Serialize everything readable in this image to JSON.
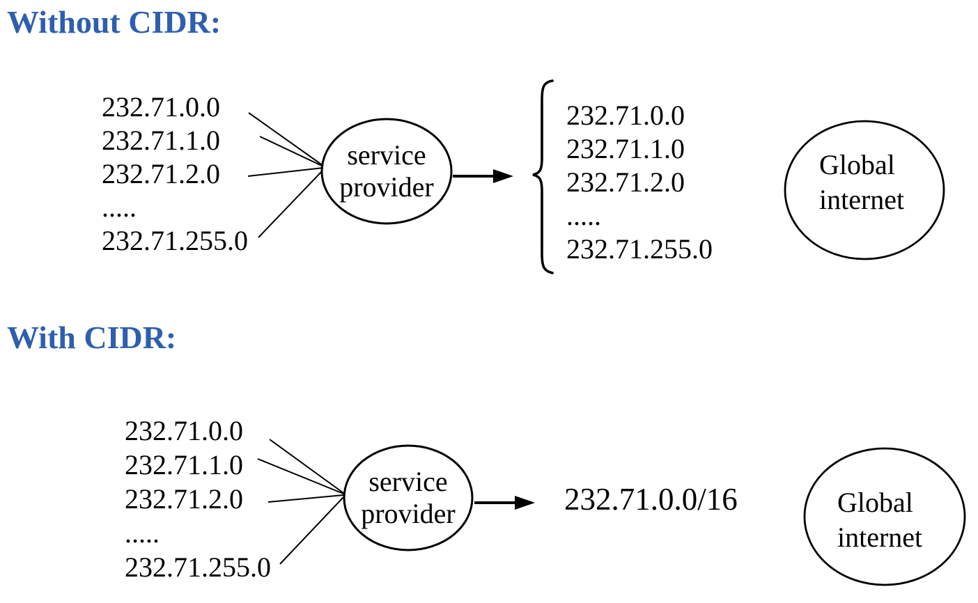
{
  "colors": {
    "heading": "#2E5FAF",
    "ink": "#000000"
  },
  "sections": {
    "without_cidr": {
      "title": "Without CIDR:",
      "source_addresses": [
        "232.71.0.0",
        "232.71.1.0",
        "232.71.2.0",
        ".....",
        "232.71.255.0"
      ],
      "provider": {
        "line1": "service",
        "line2": "provider"
      },
      "advertised_addresses": [
        "232.71.0.0",
        "232.71.1.0",
        "232.71.2.0",
        ".....",
        "232.71.255.0"
      ],
      "internet": {
        "line1": "Global",
        "line2": "internet"
      }
    },
    "with_cidr": {
      "title": "With CIDR:",
      "source_addresses": [
        "232.71.0.0",
        "232.71.1.0",
        "232.71.2.0",
        ".....",
        "232.71.255.0"
      ],
      "provider": {
        "line1": "service",
        "line2": "provider"
      },
      "advertised_route": "232.71.0.0/16",
      "internet": {
        "line1": "Global",
        "line2": "internet"
      }
    }
  }
}
